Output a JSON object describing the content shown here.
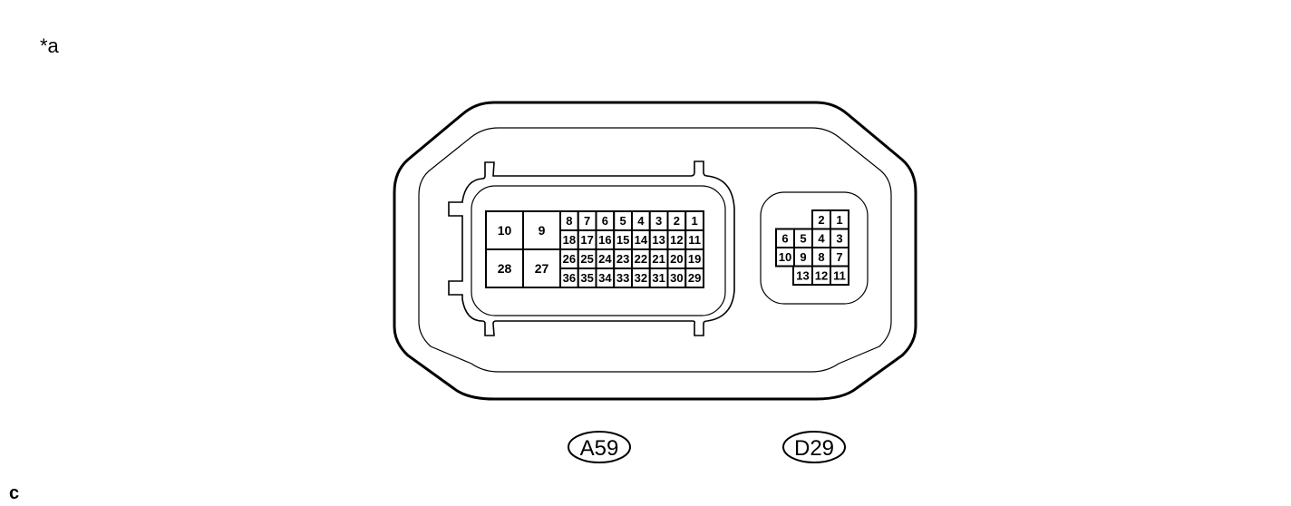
{
  "corner_label": "*a",
  "footer_label": "c",
  "connectors": [
    {
      "code": "A59",
      "large_pins": [
        "10",
        "9",
        "28",
        "27"
      ],
      "pin_rows": [
        [
          "8",
          "7",
          "6",
          "5",
          "4",
          "3",
          "2",
          "1"
        ],
        [
          "18",
          "17",
          "16",
          "15",
          "14",
          "13",
          "12",
          "11"
        ],
        [
          "26",
          "25",
          "24",
          "23",
          "22",
          "21",
          "20",
          "19"
        ],
        [
          "36",
          "35",
          "34",
          "33",
          "32",
          "31",
          "30",
          "29"
        ]
      ]
    },
    {
      "code": "D29",
      "pin_rows": [
        [
          "",
          "",
          "2",
          "1"
        ],
        [
          "6",
          "5",
          "4",
          "3"
        ],
        [
          "10",
          "9",
          "8",
          "7"
        ],
        [
          "",
          "13",
          "12",
          "11"
        ]
      ]
    }
  ]
}
